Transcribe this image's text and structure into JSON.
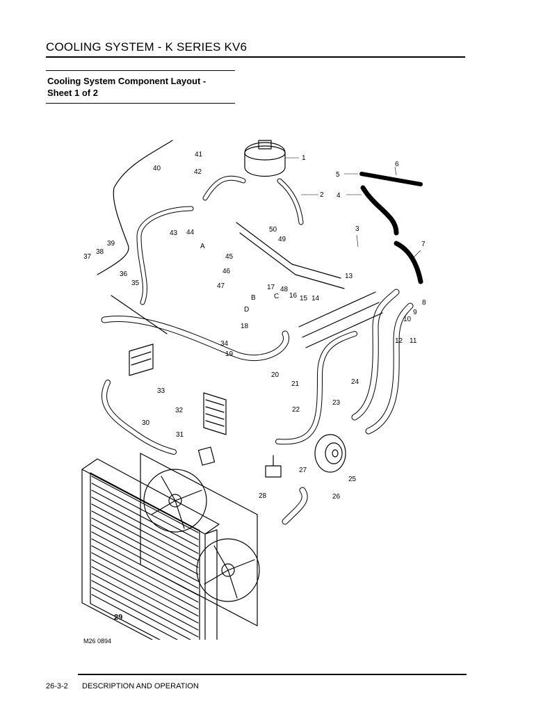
{
  "header": {
    "title": "COOLING SYSTEM - K SERIES KV6"
  },
  "section": {
    "title_line1": "Cooling System Component Layout -",
    "title_line2": "Sheet 1 of 2"
  },
  "figure": {
    "code": "M26 0894",
    "callouts": [
      "1",
      "2",
      "3",
      "4",
      "5",
      "6",
      "7",
      "8",
      "9",
      "10",
      "11",
      "12",
      "13",
      "14",
      "15",
      "16",
      "17",
      "18",
      "19",
      "20",
      "21",
      "22",
      "23",
      "24",
      "25",
      "26",
      "27",
      "28",
      "29",
      "30",
      "31",
      "32",
      "33",
      "34",
      "35",
      "36",
      "37",
      "38",
      "39",
      "40",
      "41",
      "42",
      "43",
      "44",
      "45",
      "46",
      "47",
      "48",
      "49",
      "50"
    ],
    "letters": [
      "A",
      "B",
      "C",
      "D"
    ]
  },
  "footer": {
    "page": "26-3-2",
    "text": "DESCRIPTION AND OPERATION"
  }
}
